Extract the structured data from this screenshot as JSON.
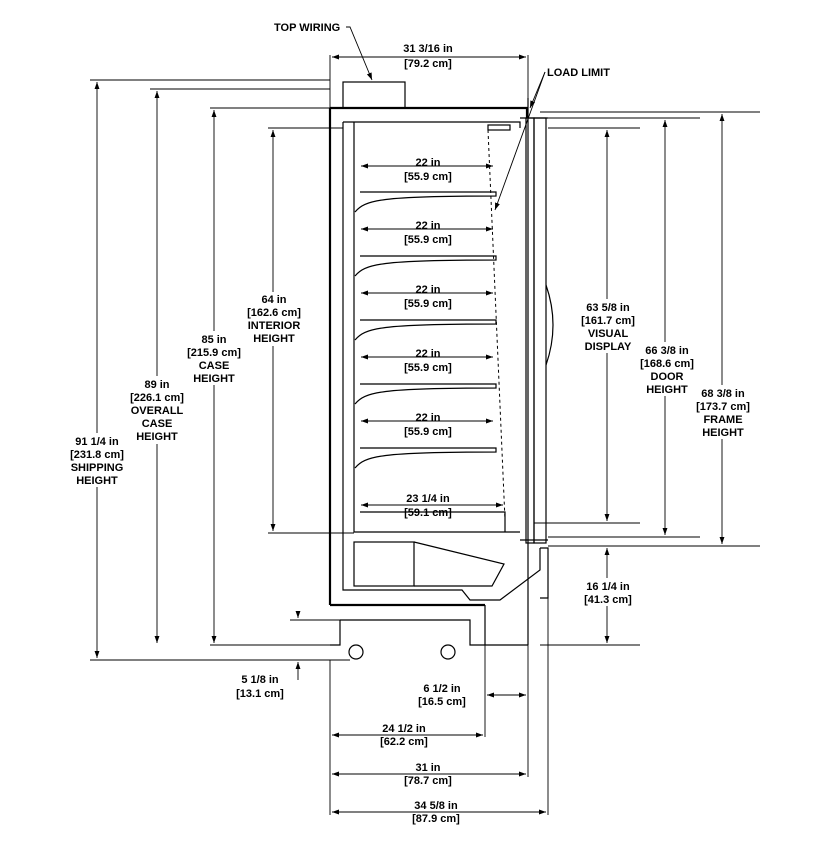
{
  "labels": {
    "top_wiring": "TOP WIRING",
    "load_limit": "LOAD LIMIT",
    "top_width": [
      "31 3/16 in",
      "[79.2 cm]"
    ],
    "shelf_1": [
      "22 in",
      "[55.9 cm]"
    ],
    "shelf_2": [
      "22 in",
      "[55.9 cm]"
    ],
    "shelf_3": [
      "22 in",
      "[55.9 cm]"
    ],
    "shelf_4": [
      "22 in",
      "[55.9 cm]"
    ],
    "shelf_5": [
      "22 in",
      "[55.9 cm]"
    ],
    "bottom_shelf": [
      "23 1/4 in",
      "[59.1 cm]"
    ],
    "interior_height": [
      "64 in",
      "[162.6 cm]",
      "INTERIOR",
      "HEIGHT"
    ],
    "case_height": [
      "85 in",
      "[215.9 cm]",
      "CASE",
      "HEIGHT"
    ],
    "overall_case_height": [
      "89 in",
      "[226.1 cm]",
      "OVERALL",
      "CASE",
      "HEIGHT"
    ],
    "shipping_height": [
      "91 1/4 in",
      "[231.8 cm]",
      "SHIPPING",
      "HEIGHT"
    ],
    "visual_display": [
      "63 5/8 in",
      "[161.7 cm]",
      "VISUAL",
      "DISPLAY"
    ],
    "door_height": [
      "66 3/8 in",
      "[168.6 cm]",
      "DOOR",
      "HEIGHT"
    ],
    "frame_height": [
      "68 3/8 in",
      "[173.7 cm]",
      "FRAME",
      "HEIGHT"
    ],
    "base_height": [
      "16 1/4 in",
      "[41.3 cm]"
    ],
    "foot_height": [
      "5 1/8 in",
      "[13.1 cm]"
    ],
    "rear_offset": [
      "6 1/2 in",
      "[16.5 cm]"
    ],
    "base_depth": [
      "24 1/2 in",
      "[62.2 cm]"
    ],
    "case_depth": [
      "31 in",
      "[78.7 cm]"
    ],
    "overall_depth": [
      "34 5/8 in",
      "[87.9 cm]"
    ]
  }
}
